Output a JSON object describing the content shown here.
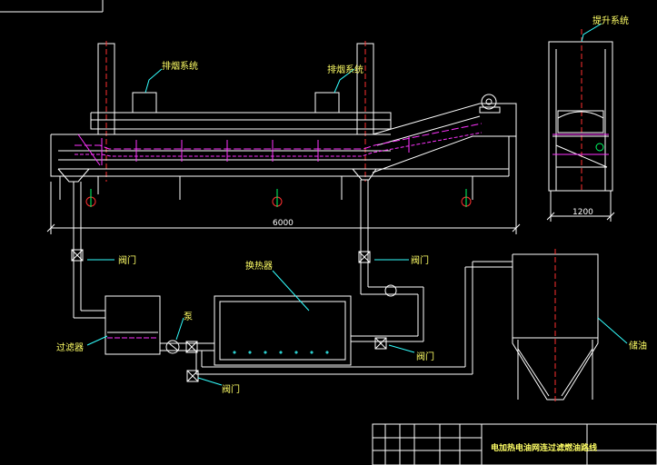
{
  "labels": {
    "exhaust_left": "排烟系统",
    "exhaust_right": "排烟系统",
    "lift_system": "提升系统",
    "heat_exchanger": "换热器",
    "pump": "泵",
    "valve_1": "阀门",
    "valve_2": "阀门",
    "valve_3": "阀门",
    "valve_4": "阀门",
    "filter": "过滤器",
    "oil_tank": "储油"
  },
  "dimensions": {
    "main_length": "6000",
    "side_width": "1200"
  },
  "title_block": {
    "title": "电加热电油网连过滤燃油路线"
  },
  "colors": {
    "background": "#000000",
    "outline": "#ffffff",
    "center_line": "#ff3030",
    "conveyor": "#ff33ff",
    "leader": "#33ffff",
    "label": "#ffff66",
    "accent": "#00ff66"
  }
}
